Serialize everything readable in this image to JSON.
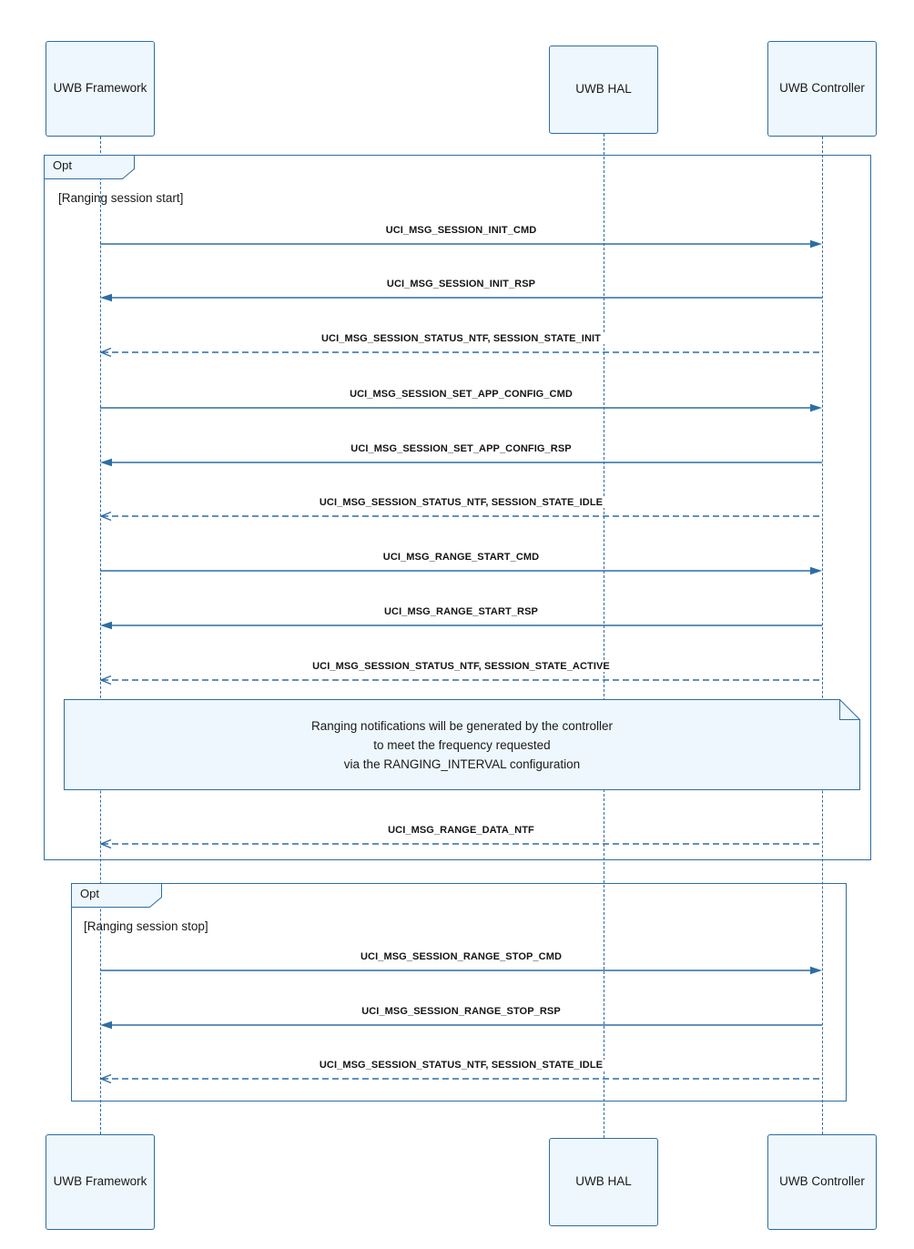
{
  "colors": {
    "accent": "#2d6da3",
    "box_fill": "#eef7fd",
    "text": "#1a1a1a"
  },
  "actors": {
    "framework": "UWB Framework",
    "hal": "UWB HAL",
    "controller": "UWB Controller"
  },
  "frag1": {
    "operator": "Opt",
    "guard": "[Ranging session start]",
    "messages": [
      {
        "label": "UCI_MSG_SESSION_INIT_CMD",
        "type": "solid",
        "dir": "right"
      },
      {
        "label": "UCI_MSG_SESSION_INIT_RSP",
        "type": "solid",
        "dir": "left"
      },
      {
        "label": "UCI_MSG_SESSION_STATUS_NTF, SESSION_STATE_INIT",
        "type": "dashed",
        "dir": "left"
      },
      {
        "label": "UCI_MSG_SESSION_SET_APP_CONFIG_CMD",
        "type": "solid",
        "dir": "right"
      },
      {
        "label": "UCI_MSG_SESSION_SET_APP_CONFIG_RSP",
        "type": "solid",
        "dir": "left"
      },
      {
        "label": "UCI_MSG_SESSION_STATUS_NTF, SESSION_STATE_IDLE",
        "type": "dashed",
        "dir": "left"
      },
      {
        "label": "UCI_MSG_RANGE_START_CMD",
        "type": "solid",
        "dir": "right"
      },
      {
        "label": "UCI_MSG_RANGE_START_RSP",
        "type": "solid",
        "dir": "left"
      },
      {
        "label": "UCI_MSG_SESSION_STATUS_NTF, SESSION_STATE_ACTIVE",
        "type": "dashed",
        "dir": "left"
      },
      {
        "label": "UCI_MSG_RANGE_DATA_NTF",
        "type": "dashed",
        "dir": "left"
      }
    ]
  },
  "note": {
    "text": "Ranging notifications will be generated by the controller\nto meet the frequency requested\nvia the RANGING_INTERVAL configuration"
  },
  "frag2": {
    "operator": "Opt",
    "guard": "[Ranging session stop]",
    "messages": [
      {
        "label": "UCI_MSG_SESSION_RANGE_STOP_CMD",
        "type": "solid",
        "dir": "right"
      },
      {
        "label": "UCI_MSG_SESSION_RANGE_STOP_RSP",
        "type": "solid",
        "dir": "left"
      },
      {
        "label": "UCI_MSG_SESSION_STATUS_NTF, SESSION_STATE_IDLE",
        "type": "dashed",
        "dir": "left"
      }
    ]
  }
}
